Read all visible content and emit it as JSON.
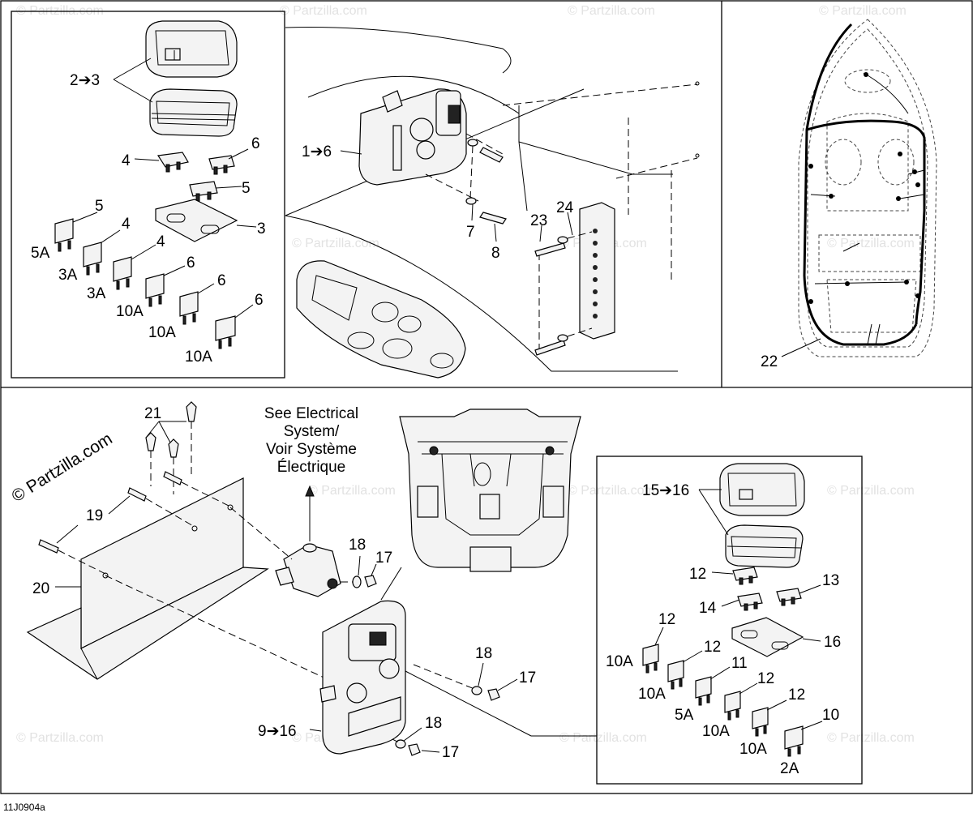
{
  "watermark": "© Partzilla.com",
  "diagram_code": "11J0904a",
  "note": {
    "line1": "See Electrical",
    "line2": "System/",
    "line3": "Voir Système",
    "line4": "Électrique"
  },
  "callouts": {
    "c2_3": "2➔3",
    "c1_6": "1➔6",
    "c4": "4",
    "c6a": "6",
    "c5a": "5",
    "c3a": "3",
    "c5b": "5",
    "c4b": "4",
    "c4c": "4",
    "c6b": "6",
    "c6c": "6",
    "c6d": "6",
    "c7": "7",
    "c8": "8",
    "c23": "23",
    "c24": "24",
    "c22": "22",
    "c21": "21",
    "c19": "19",
    "c20": "20",
    "c18a": "18",
    "c17a": "17",
    "c18b": "18",
    "c17b": "17",
    "c18c": "18",
    "c17c": "17",
    "c9_16": "9➔16",
    "c15_16": "15➔16",
    "c12a": "12",
    "c13": "13",
    "c14": "14",
    "c16": "16",
    "c12b": "12",
    "c12c": "12",
    "c11": "11",
    "c12d": "12",
    "c12e": "12",
    "c10": "10"
  },
  "amps": {
    "a5A": "5A",
    "a3A_1": "3A",
    "a3A_2": "3A",
    "a10A_1": "10A",
    "a10A_2": "10A",
    "a10A_3": "10A",
    "b10A_1": "10A",
    "b10A_2": "10A",
    "b5A": "5A",
    "b10A_3": "10A",
    "b10A_4": "10A",
    "b2A": "2A"
  }
}
